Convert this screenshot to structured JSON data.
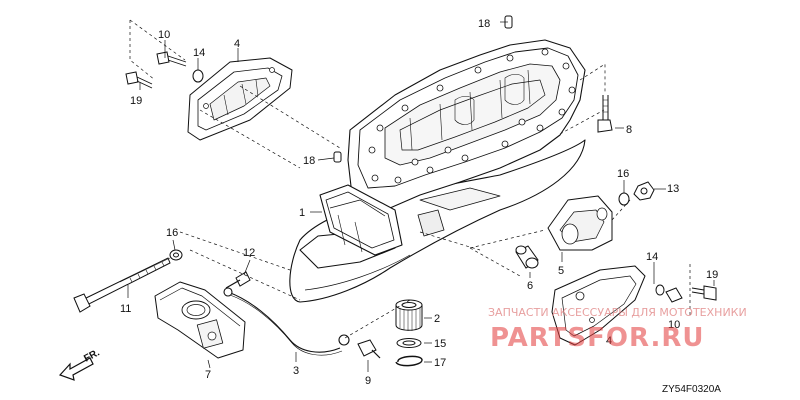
{
  "diagram": {
    "callouts": {
      "c1": "1",
      "c2": "2",
      "c3": "3",
      "c4a": "4",
      "c4b": "4",
      "c5": "5",
      "c6": "6",
      "c7": "7",
      "c8": "8",
      "c9": "9",
      "c10a": "10",
      "c10b": "10",
      "c11": "11",
      "c12": "12",
      "c13": "13",
      "c14a": "14",
      "c14b": "14",
      "c15": "15",
      "c16a": "16",
      "c16b": "16",
      "c17": "17",
      "c18a": "18",
      "c18b": "18",
      "c19a": "19",
      "c19b": "19"
    },
    "direction_label": "FR.",
    "figure_code": "ZY54F0320A",
    "watermark": {
      "subtitle": "ЗАПЧАСТИ АКСЕССУАРЫ ДЛЯ МОТОТЕХНИКИ",
      "logo": "PARTSFOR.RU"
    }
  }
}
